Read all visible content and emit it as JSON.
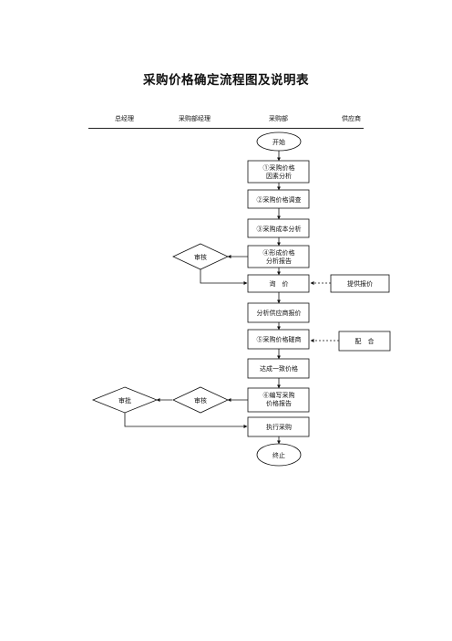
{
  "title": "采购价格确定流程图及说明表",
  "columns": [
    "总经理",
    "采购部经理",
    "采购部",
    "供应商"
  ],
  "nodes": {
    "start": "开始",
    "step1": [
      "①采购价格",
      "因素分析"
    ],
    "step2": "②采购价格调查",
    "step3": "③采购成本分析",
    "step4": [
      "④形成价格",
      "分析报告"
    ],
    "review1": "审核",
    "inquiry": "询　价",
    "supplier_quote": "提供报价",
    "analyze_quote": "分析供应商报价",
    "step5": "⑤采购价格磋商",
    "cooperate": "配　合",
    "agree": "达成一致价格",
    "step6": [
      "⑥编写采购",
      "价格报告"
    ],
    "review2": "审核",
    "approve": "审批",
    "execute": "执行采购",
    "end": "终止"
  }
}
